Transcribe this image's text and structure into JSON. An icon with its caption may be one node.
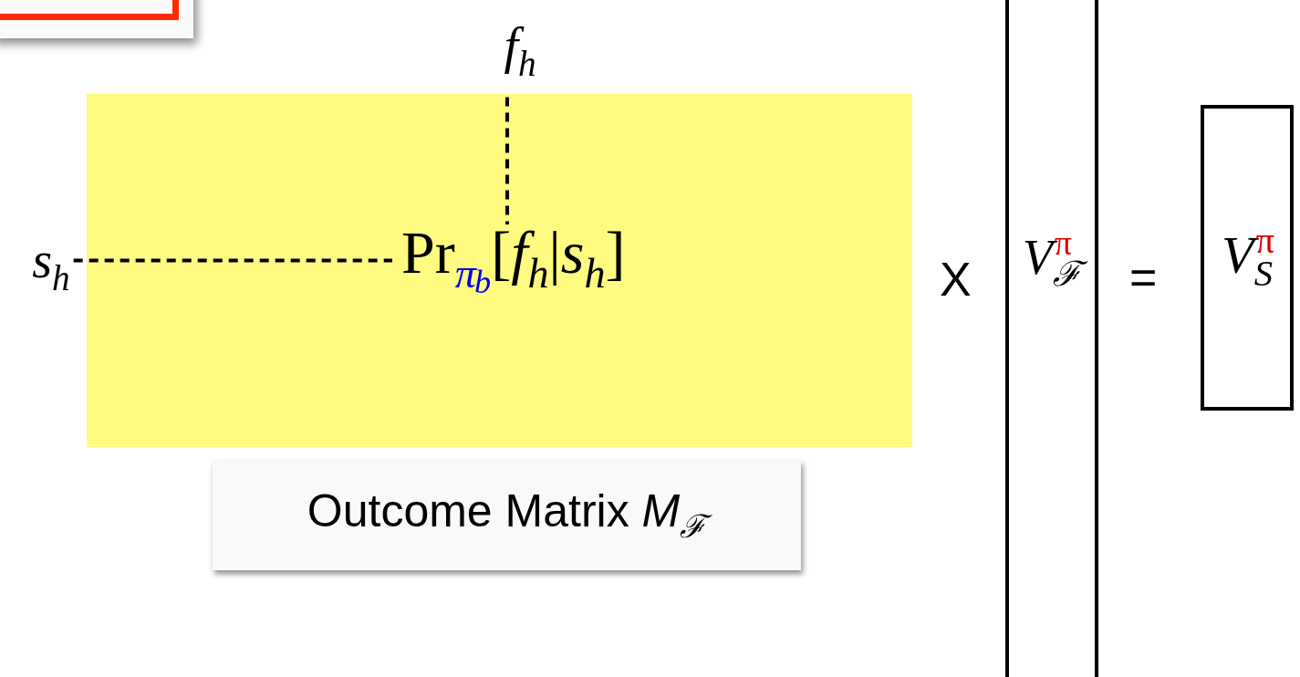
{
  "diagram": {
    "nodes": [
      {
        "text": [],
        "shape": "box"
      },
      {
        "text": [
          "*f*$_{h}$"
        ]
      },
      {
        "text": [],
        "shape": "box"
      },
      {
        "text": [
          "Pr$_{π}$$_{b}$[*f*$_{h}$|*s*$_{h}$]"
        ],
        "in": 2
      },
      {
        "text": [
          "*s*$_{h}$"
        ]
      },
      {
        "text": [
          "Outcome Matrix *M*$_{ℱ}$"
        ]
      },
      {
        "text": [
          "*V*$^{π}$$_{ℱ}$"
        ]
      },
      {
        "text": [
          "*V*$^{π}$$_{S}$"
        ]
      }
    ],
    "edges": [
      {
        "from": 1,
        "to": 3,
        "arrow": "none",
        "style": "dashed"
      },
      {
        "from": 4,
        "to": 3,
        "arrow": "none",
        "style": "dashed"
      }
    ],
    "labels": [
      "X",
      "="
    ]
  }
}
